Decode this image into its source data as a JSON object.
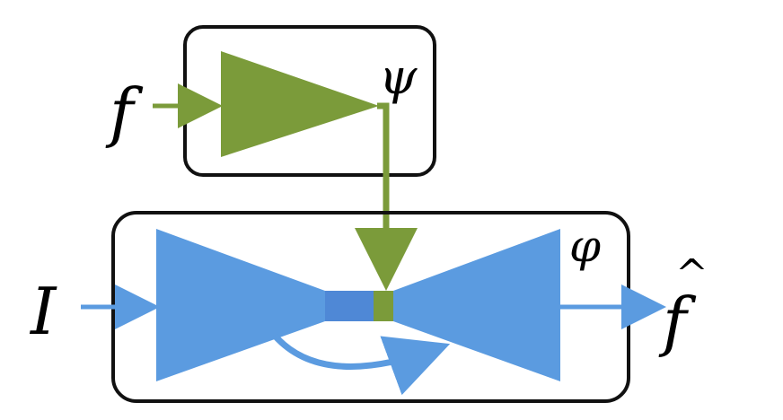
{
  "labels": {
    "f_input": "f",
    "psi": "ψ",
    "image_input": "I",
    "varphi": "φ",
    "f_output": "f",
    "hat": "^"
  },
  "colors": {
    "green": "#7b9b3a",
    "blue": "#5b9be0",
    "blue_bottleneck": "#4f88d6",
    "box_stroke": "#111111"
  }
}
